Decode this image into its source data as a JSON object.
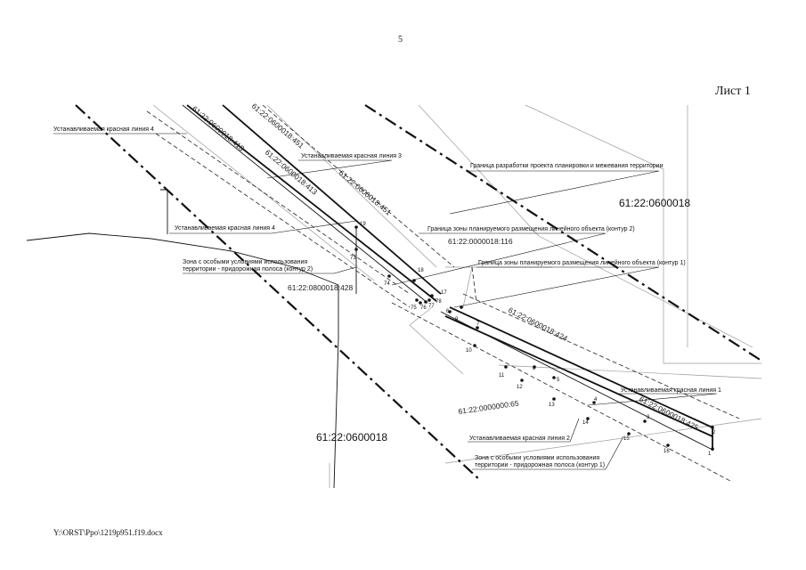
{
  "header": {
    "page_number": "5",
    "sheet_label": "Лист 1"
  },
  "map": {
    "cadastral_quarters": [
      "61:22:0600018",
      "61:22:0600018"
    ],
    "parcels": [
      "61:22:0600018:413",
      "61:22:0600018:451",
      "61:22:0600018:413",
      "61:22:0600018:451",
      "61:22:0000018:116",
      "61:22:0800018:428",
      "61:22:0600018:424",
      "61:22:0000000:65",
      "61:22:0600018:425"
    ],
    "annotations": [
      "Устанавливаемая красная линия 4",
      "Устанавливаемая красная линия 3",
      "Граница разработки проекта планировки и межевания территории",
      "Устанавливаемая красная линия 4",
      "Граница зоны планируемого размещения линейного объекта (контур 2)",
      "Зона с особыми условиями использования",
      "территории - придорожная полоса (контур 2)",
      "Граница зоны планируемого размещения линейного объекта (контур 1)",
      "Устанавливаемая красная линия 1",
      "Устанавливаемая красная линия 2",
      "Зона с особыми условиями использования",
      "территории - придорожная полоса (контур 1)"
    ],
    "points": [
      "19",
      "73",
      "18",
      "74",
      "17",
      "78",
      "77",
      "76",
      "75",
      "9",
      "6",
      "7",
      "10",
      "11",
      "12",
      "8",
      "5",
      "13",
      "4",
      "14",
      "3",
      "15",
      "2",
      "16",
      "1"
    ]
  },
  "footer": {
    "file_path": "Y:\\ORST\\Ppo\\1219p951.f19.docx"
  },
  "colors": {
    "ink": "#111111",
    "grey_line": "#9a9a9a"
  }
}
